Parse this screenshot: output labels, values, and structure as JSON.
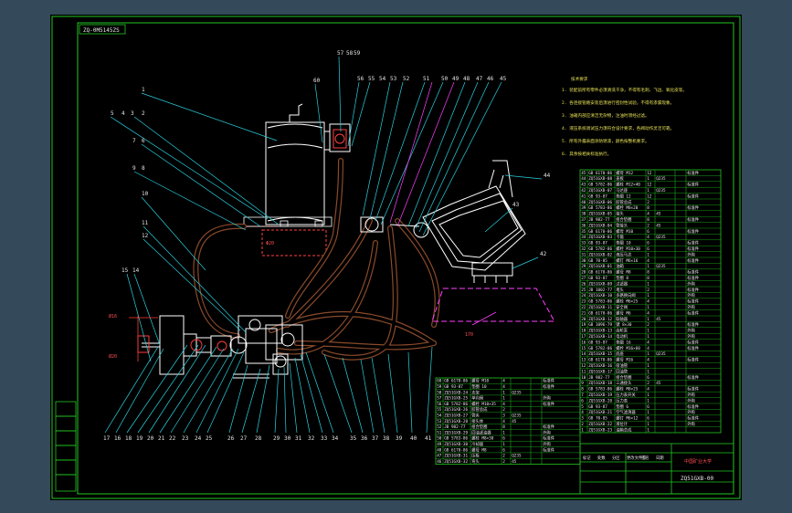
{
  "sheet": {
    "drawing_code_top": "ZQ-0M5145ZS",
    "drawing_code_bottom": "ZQ51GXB-00",
    "company_label": "中国矿业大学"
  },
  "callouts_top": [
    "1",
    "5",
    "4",
    "3",
    "2",
    "7",
    "6",
    "9",
    "8",
    "10",
    "11",
    "12",
    "15",
    "14",
    "60",
    "57",
    "58",
    "59",
    "56",
    "55",
    "54",
    "53",
    "52",
    "51",
    "50",
    "49",
    "48",
    "47",
    "46",
    "45",
    "44",
    "43",
    "42"
  ],
  "callouts_bottom": [
    "17",
    "16",
    "18",
    "19",
    "20",
    "21",
    "22",
    "23",
    "24",
    "25",
    "26",
    "27",
    "28",
    "29",
    "30",
    "31",
    "32",
    "33",
    "34",
    "35",
    "36",
    "37",
    "38",
    "39",
    "40",
    "41"
  ],
  "notes": {
    "title": "技术要求",
    "items": [
      "1. 装配前所有零件必须清洗干净，不得有毛刺、飞边、氧化皮等。",
      "2. 各连接管路安装后须进行密封性试验，不得有渗漏现象。",
      "3. 油箱内部应清洁无杂物，注油时须经过滤。",
      "4. 液压系统调试压力须符合设计要求，各阀动作灵活可靠。",
      "5. 所有外露表面涂防锈漆，颜色按整机要求。",
      "6. 其余按相关标准执行。"
    ]
  },
  "parts_right": {
    "rows": [
      [
        "45",
        "GB 6170-86",
        "螺母 M12",
        "12",
        "",
        "",
        "标准件"
      ],
      [
        "44",
        "ZQ51GXB-08",
        "盖板",
        "1",
        "Q235",
        "",
        ""
      ],
      [
        "43",
        "GB 5782-86",
        "螺栓 M12×40",
        "12",
        "",
        "",
        "标准件"
      ],
      [
        "42",
        "ZQ51GXB-07",
        "马达座",
        "1",
        "Q235",
        "",
        ""
      ],
      [
        "41",
        "GB 93-87",
        "垫圈 12",
        "12",
        "",
        "",
        "标准件"
      ],
      [
        "40",
        "ZQ51GXB-06",
        "胶管总成",
        "2",
        "",
        "",
        ""
      ],
      [
        "39",
        "GB 5783-86",
        "螺栓 M8×20",
        "8",
        "",
        "",
        "标准件"
      ],
      [
        "38",
        "ZQ51GXB-05",
        "接头",
        "4",
        "45",
        "",
        ""
      ],
      [
        "37",
        "JB 982-77",
        "组合垫圈",
        "8",
        "",
        "",
        "标准件"
      ],
      [
        "36",
        "ZQ51GXB-04",
        "管接头",
        "2",
        "45",
        "",
        ""
      ],
      [
        "35",
        "GB 6170-86",
        "螺母 M10",
        "6",
        "",
        "",
        "标准件"
      ],
      [
        "34",
        "ZQ51GXB-03",
        "卡箍",
        "4",
        "Q235",
        "",
        ""
      ],
      [
        "33",
        "GB 93-87",
        "垫圈 10",
        "6",
        "",
        "",
        "标准件"
      ],
      [
        "32",
        "GB 5782-86",
        "螺栓 M10×30",
        "6",
        "",
        "",
        "标准件"
      ],
      [
        "31",
        "ZQ51GXB-02",
        "液压马达",
        "1",
        "",
        "",
        "外购"
      ],
      [
        "30",
        "GB 70-85",
        "螺钉 M6×16",
        "4",
        "",
        "",
        "标准件"
      ],
      [
        "29",
        "ZQ51GXB-01",
        "油箱",
        "1",
        "Q235",
        "",
        ""
      ],
      [
        "28",
        "GB 6170-86",
        "螺母 M8",
        "8",
        "",
        "",
        "标准件"
      ],
      [
        "27",
        "GB 93-87",
        "垫圈 8",
        "8",
        "",
        "",
        "标准件"
      ],
      [
        "26",
        "ZQ51GXB-09",
        "过滤器",
        "1",
        "",
        "",
        "外购"
      ],
      [
        "25",
        "JB 1002-77",
        "堵头",
        "2",
        "",
        "",
        "标准件"
      ],
      [
        "24",
        "ZQ51GXB-10",
        "多路换向阀",
        "1",
        "",
        "",
        "外购"
      ],
      [
        "23",
        "GB 5783-86",
        "螺栓 M6×25",
        "4",
        "",
        "",
        "标准件"
      ],
      [
        "22",
        "ZQ51GXB-11",
        "安全阀",
        "1",
        "",
        "",
        "外购"
      ],
      [
        "21",
        "GB 6170-86",
        "螺母 M6",
        "4",
        "",
        "",
        "标准件"
      ],
      [
        "20",
        "ZQ51GXB-12",
        "联轴器",
        "1",
        "45",
        "",
        ""
      ],
      [
        "19",
        "GB 1096-79",
        "键 8×30",
        "2",
        "",
        "",
        "标准件"
      ],
      [
        "18",
        "ZQ51GXB-13",
        "齿轮泵",
        "1",
        "",
        "",
        "外购"
      ],
      [
        "17",
        "ZQ51GXB-14",
        "电动机",
        "1",
        "",
        "",
        "外购"
      ],
      [
        "16",
        "GB 93-87",
        "垫圈 16",
        "4",
        "",
        "",
        "标准件"
      ],
      [
        "15",
        "GB 5782-86",
        "螺栓 M16×60",
        "4",
        "",
        "",
        "标准件"
      ],
      [
        "14",
        "ZQ51GXB-15",
        "底座",
        "1",
        "Q235",
        "",
        ""
      ],
      [
        "13",
        "GB 6170-86",
        "螺母 M16",
        "4",
        "",
        "",
        "标准件"
      ],
      [
        "12",
        "ZQ51GXB-16",
        "吸油管",
        "1",
        "",
        "",
        ""
      ],
      [
        "11",
        "ZQ51GXB-17",
        "回油管",
        "1",
        "",
        "",
        ""
      ],
      [
        "10",
        "JB 982-77",
        "组合垫圈",
        "6",
        "",
        "",
        "标准件"
      ],
      [
        "9",
        "ZQ51GXB-18",
        "三通接头",
        "2",
        "45",
        "",
        ""
      ],
      [
        "8",
        "GB 5783-86",
        "螺栓 M8×25",
        "4",
        "",
        "",
        "标准件"
      ],
      [
        "7",
        "ZQ51GXB-19",
        "压力表开关",
        "1",
        "",
        "",
        "外购"
      ],
      [
        "6",
        "ZQ51GXB-20",
        "压力表",
        "1",
        "",
        "",
        "外购"
      ],
      [
        "5",
        "GB 93-87",
        "垫圈 6",
        "6",
        "",
        "",
        "标准件"
      ],
      [
        "4",
        "ZQ51GXB-21",
        "空气滤清器",
        "1",
        "",
        "",
        "外购"
      ],
      [
        "3",
        "GB 70-85",
        "螺钉 M6×12",
        "6",
        "",
        "",
        "标准件"
      ],
      [
        "2",
        "ZQ51GXB-22",
        "液位计",
        "1",
        "",
        "",
        "外购"
      ],
      [
        "1",
        "ZQ51GXB-23",
        "油箱总成",
        "1",
        "",
        "",
        ""
      ]
    ]
  },
  "parts_bottom": {
    "rows": [
      [
        "60",
        "GB 6170-86",
        "螺母 M10",
        "4",
        "",
        "",
        "标准件"
      ],
      [
        "59",
        "GB 93-87",
        "垫圈 10",
        "4",
        "",
        "",
        "标准件"
      ],
      [
        "58",
        "ZQ51GXB-24",
        "支架",
        "1",
        "Q235",
        "",
        ""
      ],
      [
        "57",
        "ZQ51GXB-25",
        "单向阀",
        "1",
        "",
        "",
        "外购"
      ],
      [
        "56",
        "GB 5782-86",
        "螺栓 M10×35",
        "4",
        "",
        "",
        "标准件"
      ],
      [
        "55",
        "ZQ51GXB-26",
        "胶管总成",
        "2",
        "",
        "",
        ""
      ],
      [
        "54",
        "ZQ51GXB-27",
        "管夹",
        "3",
        "Q235",
        "",
        ""
      ],
      [
        "53",
        "ZQ51GXB-28",
        "接头体",
        "4",
        "45",
        "",
        ""
      ],
      [
        "52",
        "JB 982-77",
        "组合垫圈",
        "8",
        "",
        "",
        "标准件"
      ],
      [
        "51",
        "ZQ51GXB-29",
        "回油滤油器",
        "1",
        "",
        "",
        "外购"
      ],
      [
        "50",
        "GB 5783-86",
        "螺栓 M8×30",
        "6",
        "",
        "",
        "标准件"
      ],
      [
        "49",
        "ZQ51GXB-30",
        "冷却器",
        "1",
        "",
        "",
        "外购"
      ],
      [
        "48",
        "GB 6170-86",
        "螺母 M8",
        "6",
        "",
        "",
        "标准件"
      ],
      [
        "47",
        "ZQ51GXB-31",
        "压板",
        "2",
        "Q235",
        "",
        ""
      ],
      [
        "46",
        "ZQ51GXB-32",
        "弯头",
        "2",
        "45",
        "",
        ""
      ]
    ]
  },
  "revision_strip": [
    "标记",
    "处数",
    "分区",
    "更改文件号",
    "签名",
    "日期"
  ]
}
